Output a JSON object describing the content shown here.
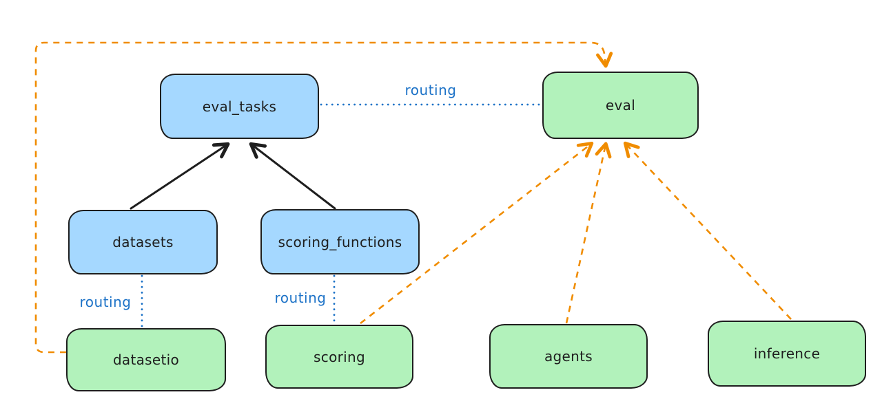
{
  "diagram": {
    "type": "graph",
    "background": "#ffffff",
    "colors": {
      "blue_node_fill": "#a5d8ff",
      "green_node_fill": "#b2f2bb",
      "node_stroke": "#1e1e1e",
      "solid_arrow": "#1e1e1e",
      "dashed_arrow": "#f08c00",
      "routing_line": "#1c72c7"
    },
    "nodes": {
      "eval_tasks": {
        "label": "eval_tasks",
        "fill": "#a5d8ff"
      },
      "eval": {
        "label": "eval",
        "fill": "#b2f2bb"
      },
      "datasets": {
        "label": "datasets",
        "fill": "#a5d8ff"
      },
      "scoring_functions": {
        "label": "scoring_functions",
        "fill": "#a5d8ff"
      },
      "datasetio": {
        "label": "datasetio",
        "fill": "#b2f2bb"
      },
      "scoring": {
        "label": "scoring",
        "fill": "#b2f2bb"
      },
      "agents": {
        "label": "agents",
        "fill": "#b2f2bb"
      },
      "inference": {
        "label": "inference",
        "fill": "#b2f2bb"
      }
    },
    "edge_labels": {
      "eval_tasks_eval": "routing",
      "datasets_datasetio": "routing",
      "scoring_functions_scoring": "routing"
    },
    "edges": [
      {
        "from": "datasets",
        "to": "eval_tasks",
        "style": "solid",
        "color": "#1e1e1e",
        "arrow": true,
        "label": ""
      },
      {
        "from": "scoring_functions",
        "to": "eval_tasks",
        "style": "solid",
        "color": "#1e1e1e",
        "arrow": true,
        "label": ""
      },
      {
        "from": "eval_tasks",
        "to": "eval",
        "style": "dotted",
        "color": "#1c72c7",
        "arrow": false,
        "label": "routing"
      },
      {
        "from": "datasets",
        "to": "datasetio",
        "style": "dotted",
        "color": "#1c72c7",
        "arrow": false,
        "label": "routing"
      },
      {
        "from": "scoring_functions",
        "to": "scoring",
        "style": "dotted",
        "color": "#1c72c7",
        "arrow": false,
        "label": "routing"
      },
      {
        "from": "datasetio",
        "to": "eval",
        "style": "dashed",
        "color": "#f08c00",
        "arrow": true,
        "label": ""
      },
      {
        "from": "scoring",
        "to": "eval",
        "style": "dashed",
        "color": "#f08c00",
        "arrow": true,
        "label": ""
      },
      {
        "from": "agents",
        "to": "eval",
        "style": "dashed",
        "color": "#f08c00",
        "arrow": true,
        "label": ""
      },
      {
        "from": "inference",
        "to": "eval",
        "style": "dashed",
        "color": "#f08c00",
        "arrow": true,
        "label": ""
      }
    ]
  }
}
